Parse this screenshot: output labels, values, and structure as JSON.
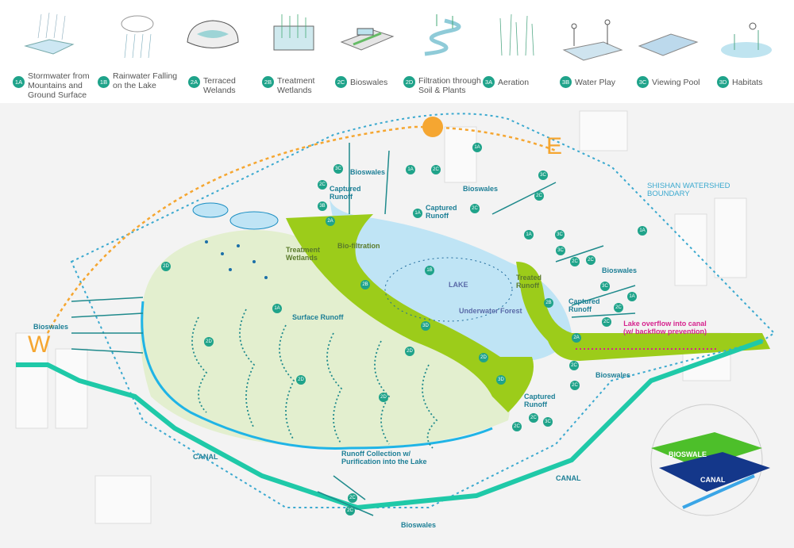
{
  "legend": [
    {
      "code": "1A",
      "label": "Stormwater from Mountains and Ground Surface",
      "icon": "mountain-rain-icon"
    },
    {
      "code": "1B",
      "label": "Rainwater Falling on the Lake",
      "icon": "cloud-rain-icon"
    },
    {
      "code": "2A",
      "label": "Terraced Welands",
      "icon": "terraced-wetland-icon"
    },
    {
      "code": "2B",
      "label": "Treatment Wetlands",
      "icon": "treatment-wetland-icon"
    },
    {
      "code": "2C",
      "label": "Bioswales",
      "icon": "bioswale-icon"
    },
    {
      "code": "2D",
      "label": "Filtration through Soil & Plants",
      "icon": "filtration-icon"
    },
    {
      "code": "3A",
      "label": "Aeration",
      "icon": "aeration-icon"
    },
    {
      "code": "3B",
      "label": "Water Play",
      "icon": "water-play-icon"
    },
    {
      "code": "3C",
      "label": "Viewing Pool",
      "icon": "viewing-pool-icon"
    },
    {
      "code": "3D",
      "label": "Habitats",
      "icon": "habitat-icon"
    }
  ],
  "labels": {
    "bioswales_top": "Bioswales",
    "captured_runoff_top": "Captured Runoff",
    "bioswales_top_right": "Bioswales",
    "captured_runoff_top_right": "Captured Runoff",
    "biofiltration": "Bio-filtration",
    "treatment_wetlands": "Treatment Wetlands",
    "lake": "LAKE",
    "treated_runoff": "Treated Runoff",
    "underwater_forest": "Underwater Forest",
    "surface_runoff": "Surface Runoff",
    "bioswales_left": "Bioswales",
    "bioswales_right": "Bioswales",
    "captured_runoff_right": "Captured Runoff",
    "lake_overflow": "Lake overflow into canal (w/ backflow prevention)",
    "bioswales_lower_right": "Bioswales",
    "captured_runoff_lower": "Captured Runoff",
    "canal_left": "CANAL",
    "canal_right": "CANAL",
    "runoff_collection": "Runoff Collection w/ Purification into the Lake",
    "bioswales_bottom": "Bioswales",
    "inset_bioswale": "BIOSWALE",
    "inset_canal": "CANAL",
    "west": "W",
    "east": "E",
    "watershed": "SHISHAN WATERSHED BOUNDARY"
  },
  "map_badges": [
    "3C",
    "2C",
    "3B",
    "2A",
    "1A",
    "2C",
    "1A",
    "1A",
    "3C",
    "2C",
    "2C",
    "3C",
    "1A",
    "3C",
    "2C",
    "2C",
    "3C",
    "2C",
    "1A",
    "2B",
    "1B",
    "2B",
    "2D",
    "2D",
    "1A",
    "2D",
    "2D",
    "2D",
    "2D",
    "3D",
    "3D",
    "2A",
    "2C",
    "2C",
    "2C",
    "3C",
    "2C",
    "2C",
    "2C",
    "2C",
    "1A"
  ],
  "colors": {
    "lake": "#bfe4f5",
    "wetland": "#9ccc1a",
    "hill": "#e3efcf",
    "runoff": "#1f8a8c",
    "canal": "#1fc9a8",
    "boundary": "#3ba9cf",
    "sun": "#f5a631",
    "overflow": "#d6248e"
  }
}
